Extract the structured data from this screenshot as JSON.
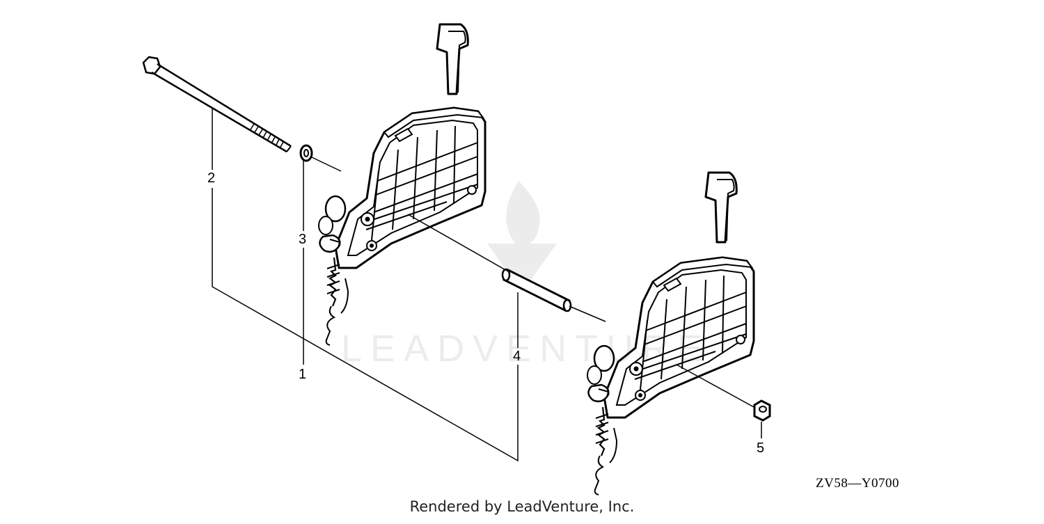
{
  "diagram": {
    "callouts": [
      {
        "id": "1",
        "label": "1"
      },
      {
        "id": "2",
        "label": "2"
      },
      {
        "id": "3",
        "label": "3"
      },
      {
        "id": "4",
        "label": "4"
      },
      {
        "id": "5",
        "label": "5"
      }
    ],
    "diagram_code": "ZV58—Y0700",
    "credit": "Rendered by LeadVenture, Inc.",
    "watermark": "LEADVENTURE"
  },
  "colors": {
    "line": "#000000",
    "background": "#ffffff",
    "watermark": "#bbbbbb"
  }
}
